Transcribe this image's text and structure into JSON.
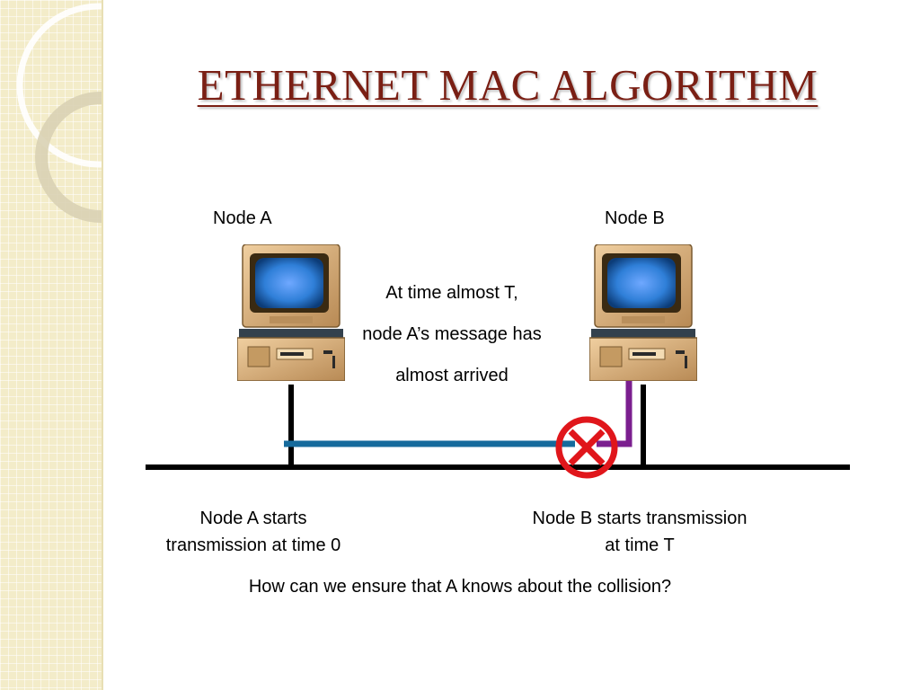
{
  "slide": {
    "title": "ETHERNET MAC ALGORITHM"
  },
  "nodes": {
    "a": {
      "label": "Node A",
      "caption_line1": "Node A starts",
      "caption_line2": "transmission at time 0"
    },
    "b": {
      "label": "Node B",
      "caption_line1": "Node B starts transmission",
      "caption_line2": "at time T"
    }
  },
  "annotation": {
    "line1": "At time almost T,",
    "line2": "node A’s message has",
    "line3": "almost arrived"
  },
  "question": "How can we ensure that A knows about the collision?",
  "icons": {
    "computer": "desktop-computer-icon",
    "collision": "collision-x-icon"
  },
  "colors": {
    "title": "#7a1f14",
    "signal_a": "#156a9c",
    "signal_b": "#7b1f8f",
    "collision": "#e0161b",
    "bus": "#000000",
    "sidebar": "#f3ecc9"
  }
}
